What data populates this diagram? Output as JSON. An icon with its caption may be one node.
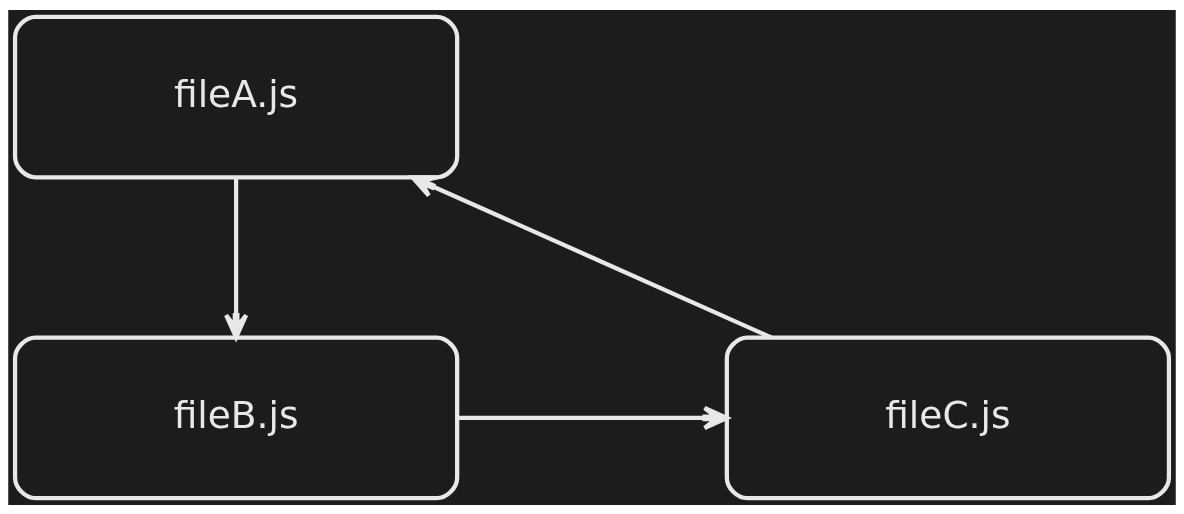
{
  "diagram": {
    "nodes": [
      {
        "text": [
          "fileA.js"
        ]
      },
      {
        "text": [
          "fileB.js"
        ]
      },
      {
        "text": [
          "fileC.js"
        ]
      }
    ],
    "edges": [
      {
        "from": 0,
        "to": 1,
        "arrow": "to"
      },
      {
        "from": 1,
        "to": 2,
        "arrow": "to"
      },
      {
        "from": 2,
        "to": 0,
        "arrow": "to"
      }
    ]
  }
}
